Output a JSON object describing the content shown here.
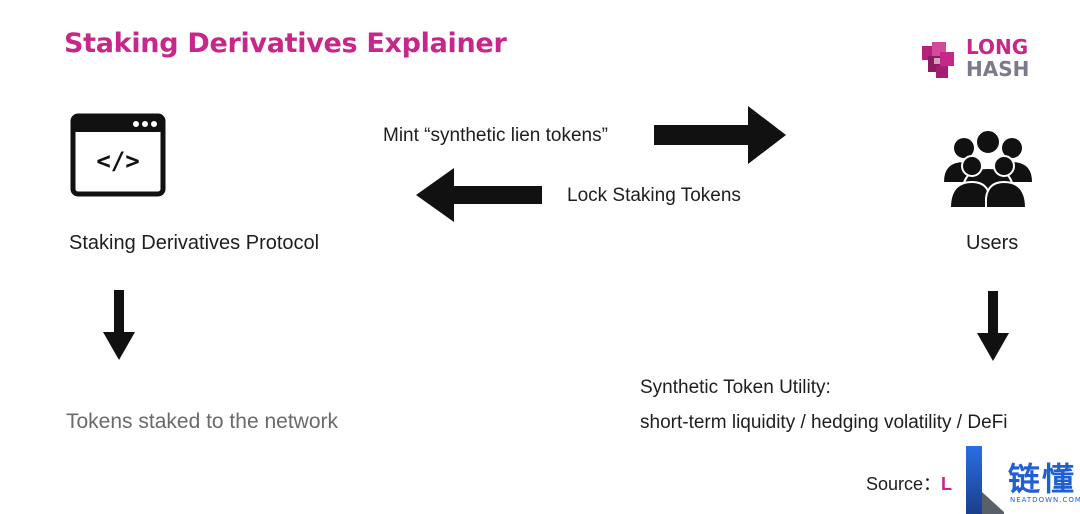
{
  "title": "Staking Derivatives Explainer",
  "colors": {
    "title": "#c8278a",
    "logo_primary": "#c8278a",
    "logo_secondary": "#7a7a8a",
    "watermark": "#1f5fd1"
  },
  "logo": {
    "line1": "LONG",
    "line2": "HASH"
  },
  "nodes": {
    "protocol": {
      "label": "Staking Derivatives Protocol",
      "icon": "code-window-icon"
    },
    "users": {
      "label": "Users",
      "icon": "users-group-icon"
    }
  },
  "edges": {
    "mint": {
      "label": "Mint “synthetic lien tokens”",
      "direction": "right"
    },
    "lock": {
      "label": "Lock Staking Tokens",
      "direction": "left"
    }
  },
  "outcomes": {
    "protocol": {
      "text": "Tokens staked to the network"
    },
    "users": {
      "heading": "Synthetic Token Utility:",
      "detail": "short-term liquidity / hedging volatility / DeFi"
    }
  },
  "source": {
    "prefix": "Source：",
    "brand_initial": "L"
  },
  "watermark": {
    "chars": "链懂",
    "sub": "NEATDOWN.COM"
  }
}
